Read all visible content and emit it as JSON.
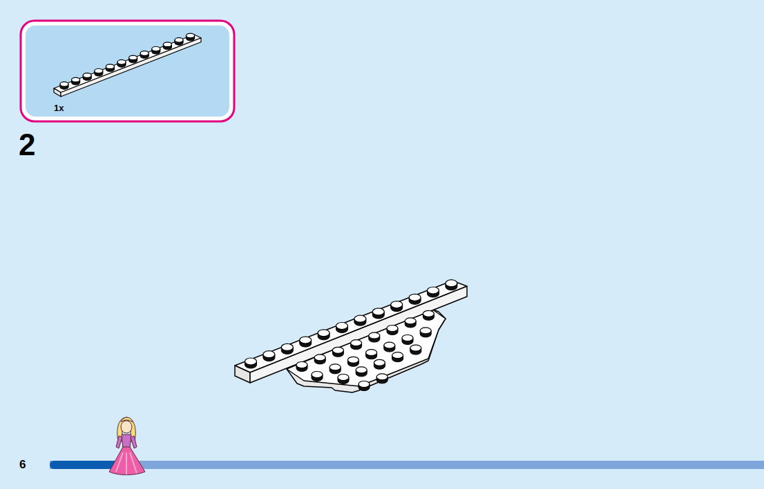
{
  "diagram": {
    "nodes": [
      {
        "text": [
          "1x"
        ]
      }
    ],
    "labels": [
      "2",
      "6"
    ]
  }
}
